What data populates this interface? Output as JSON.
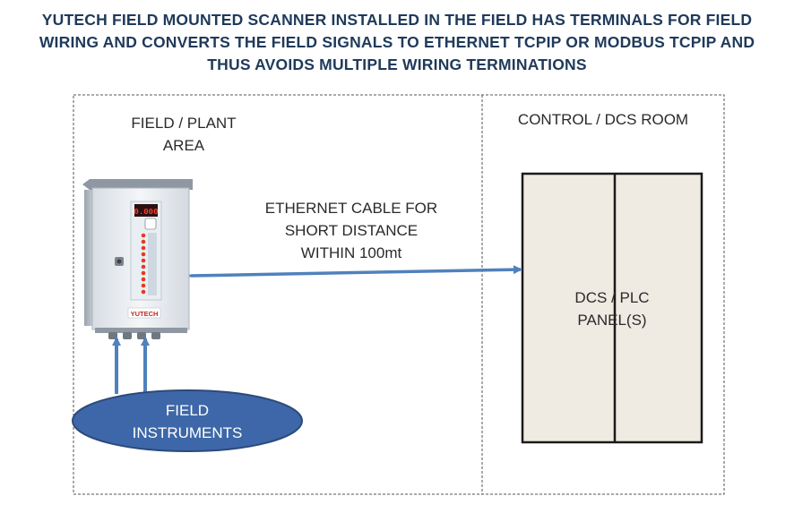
{
  "title": {
    "lines": [
      "YUTECH FIELD MOUNTED SCANNER INSTALLED IN THE FIELD HAS TERMINALS FOR FIELD",
      "WIRING AND CONVERTS THE FIELD SIGNALS TO ETHERNET TCPIP OR MODBUS TCPIP AND",
      "THUS AVOIDS MULTIPLE WIRING TERMINATIONS"
    ]
  },
  "zones": {
    "field": {
      "lines": [
        "FIELD / PLANT",
        "AREA"
      ]
    },
    "control": {
      "label": "CONTROL / DCS ROOM"
    }
  },
  "cable": {
    "lines": [
      "ETHERNET CABLE FOR",
      "SHORT DISTANCE",
      "WITHIN 100mt"
    ]
  },
  "panel": {
    "lines": [
      "DCS / PLC",
      "PANEL(S)"
    ]
  },
  "instruments": {
    "lines": [
      "FIELD",
      "INSTRUMENTS"
    ]
  },
  "scanner": {
    "display_text": "0.000",
    "brand_label": "YUTECH"
  },
  "colors": {
    "title": "#1f3a5a",
    "arrow": "#4f81bd",
    "ellipse_fill": "#3d67a8",
    "ellipse_stroke": "#2c4a7a",
    "panel_fill": "#efebe2",
    "panel_stroke": "#1a1a1a",
    "display_red": "#e0201a"
  }
}
